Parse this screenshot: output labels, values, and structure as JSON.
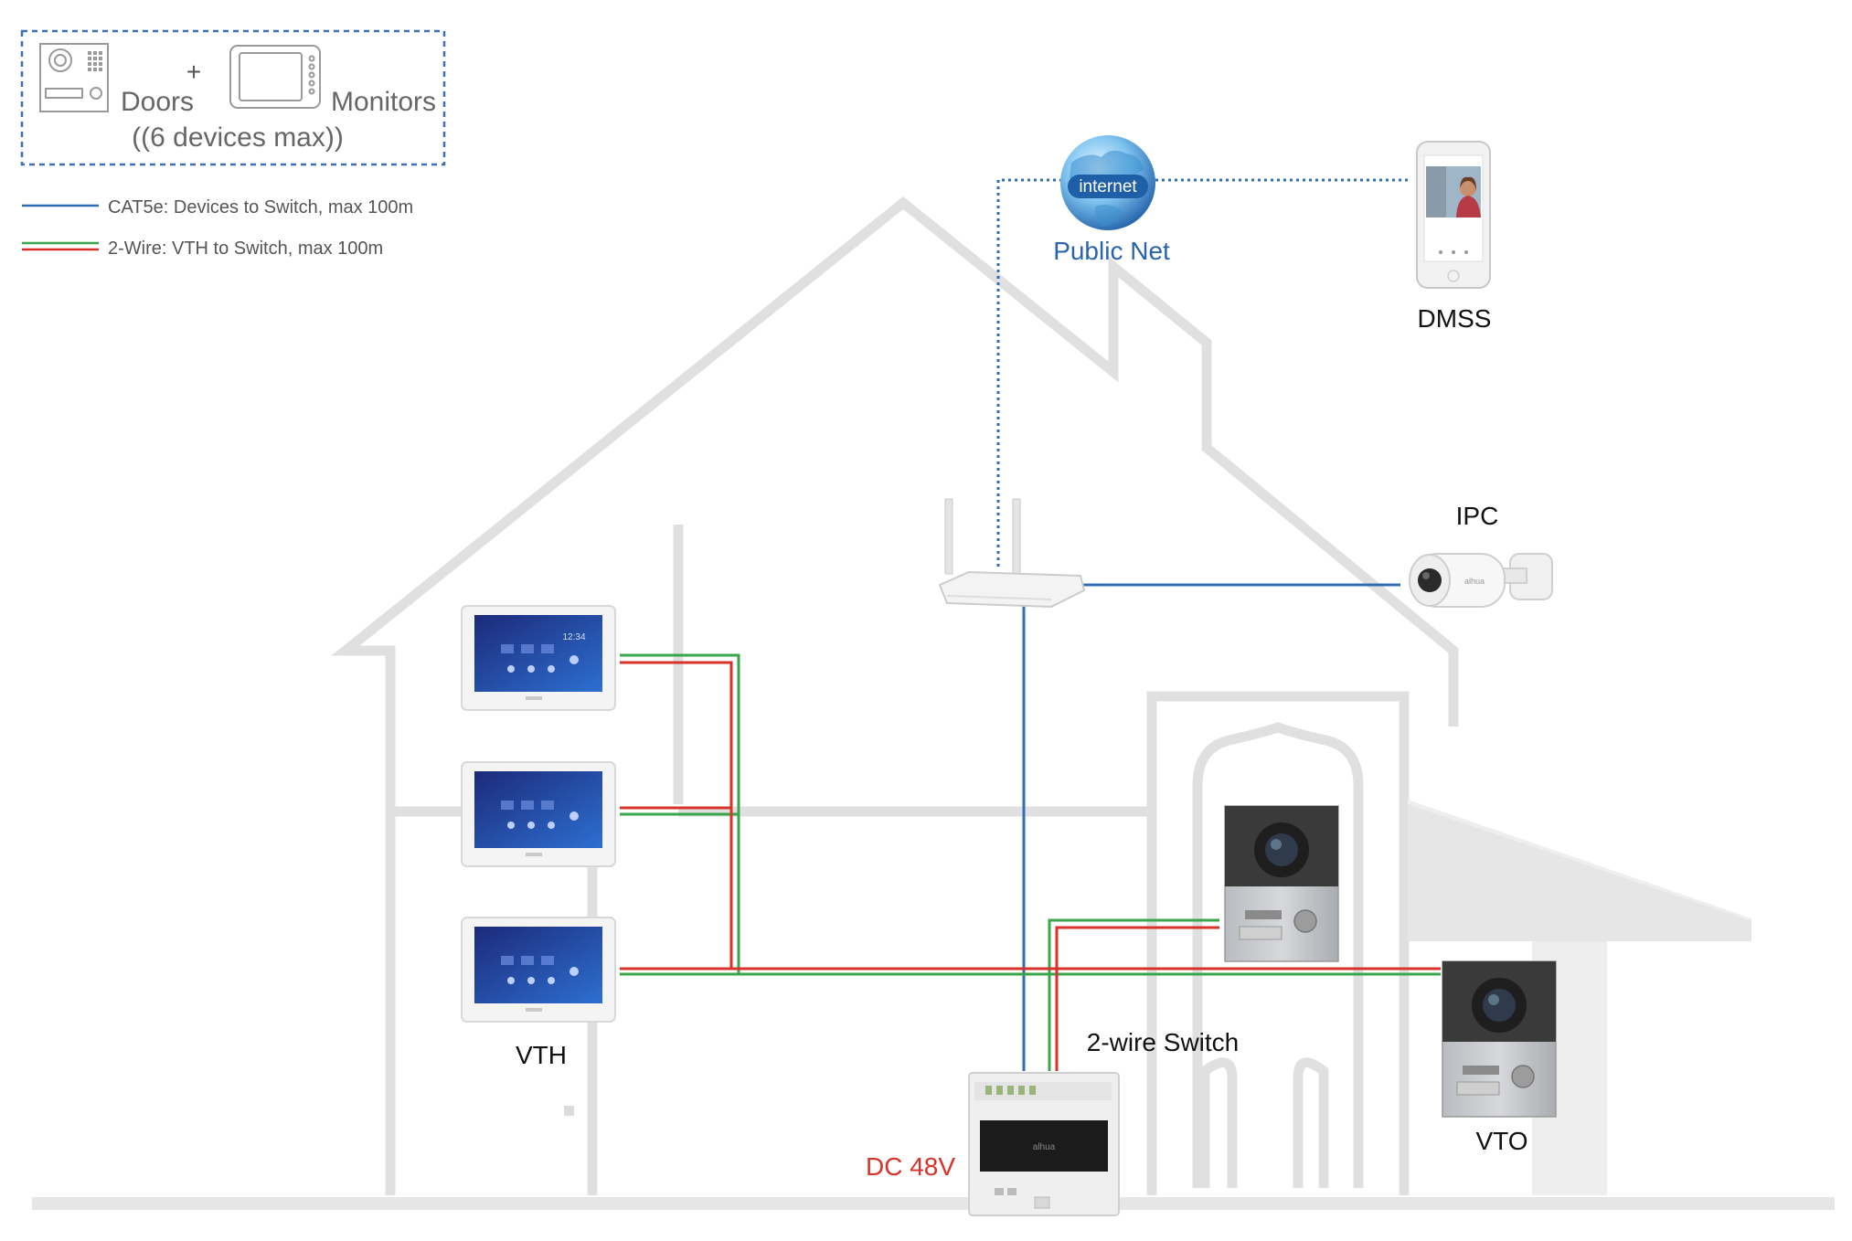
{
  "legend_box": {
    "plus": "+",
    "doors_label": "Doors",
    "monitors_label": "Monitors",
    "max_label": "((6 devices max))"
  },
  "legend": {
    "cat5e_text": "CAT5e: Devices to Switch, max 100m",
    "twowire_text": "2-Wire: VTH to Switch, max 100m"
  },
  "internet": {
    "globe_text": "internet",
    "label": "Public Net"
  },
  "devices": {
    "dmss": "DMSS",
    "ipc": "IPC",
    "vth": "VTH",
    "vto": "VTO",
    "switch": "2-wire Switch",
    "power": "DC 48V",
    "vth_clock": "12:34"
  },
  "colors": {
    "cat5e": "#2f6db5",
    "wire_red": "#d8322b",
    "wire_green": "#3aa54a",
    "house_outline": "#e0e0e0",
    "legend_border": "#3b6fb6",
    "public_net": "#2a64ad",
    "power": "#d8322b"
  }
}
